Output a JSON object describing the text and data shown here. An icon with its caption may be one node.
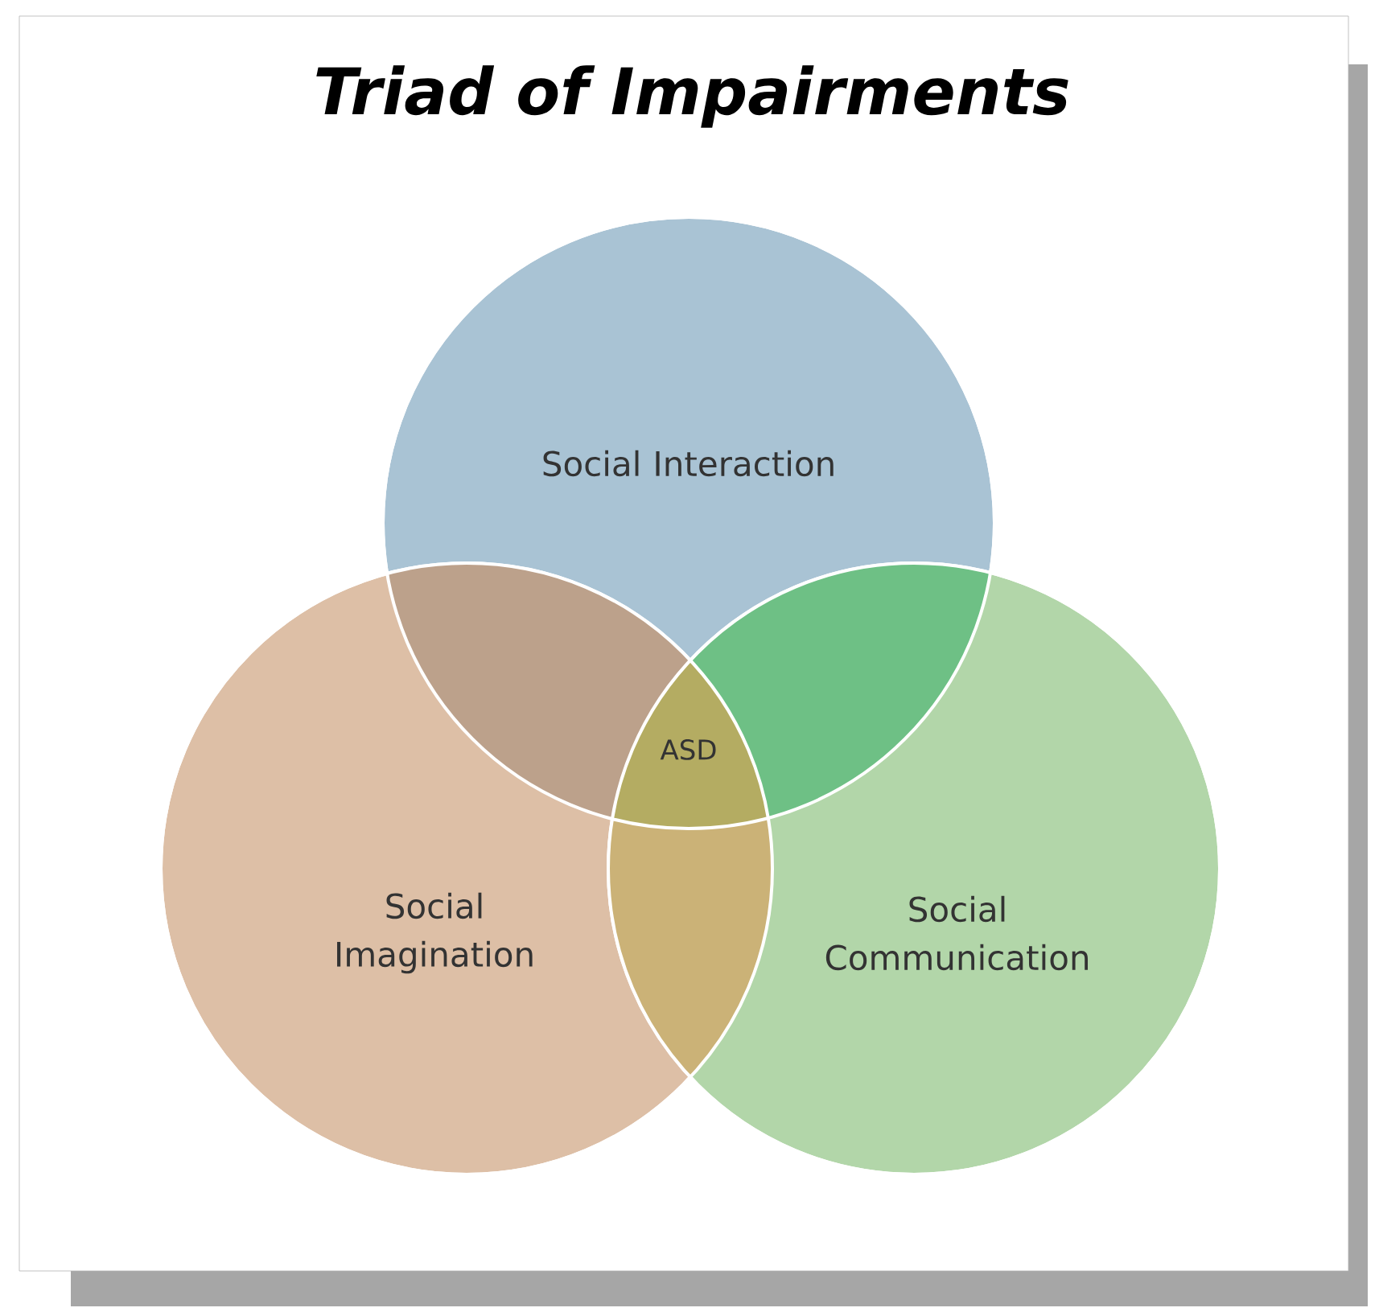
{
  "diagram": {
    "title": "Triad of Impairments",
    "nodes": [
      {
        "text": [
          "Social Interaction"
        ]
      },
      {
        "text": [
          "Social Imagination"
        ]
      },
      {
        "text": [
          "Social Communication"
        ]
      }
    ],
    "labels": [
      "ASD"
    ]
  }
}
